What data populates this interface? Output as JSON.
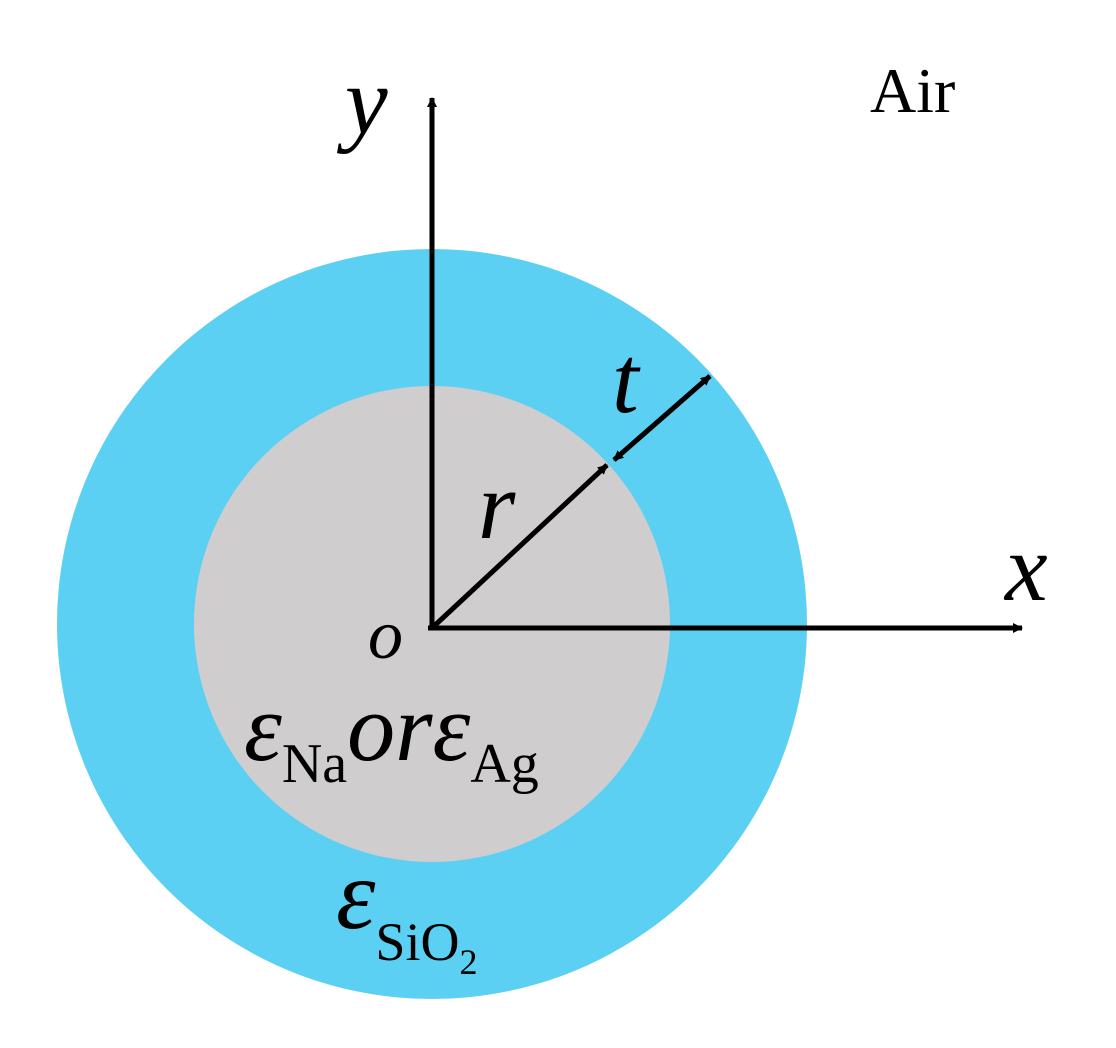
{
  "colors": {
    "background": "#ffffff",
    "shell": "#5bd0f2",
    "core": "#cfcdce",
    "ink": "#000000"
  },
  "labels": {
    "medium": "Air",
    "y_axis": "y",
    "x_axis": "x",
    "origin": "o",
    "radius": "r",
    "thickness": "t",
    "core_eps_1": "ε",
    "core_sub_1": "Na",
    "core_or": "or",
    "core_eps_2": "ε",
    "core_sub_2": "Ag",
    "shell_eps": "ε",
    "shell_sub": "SiO",
    "shell_sub_index": "2"
  }
}
